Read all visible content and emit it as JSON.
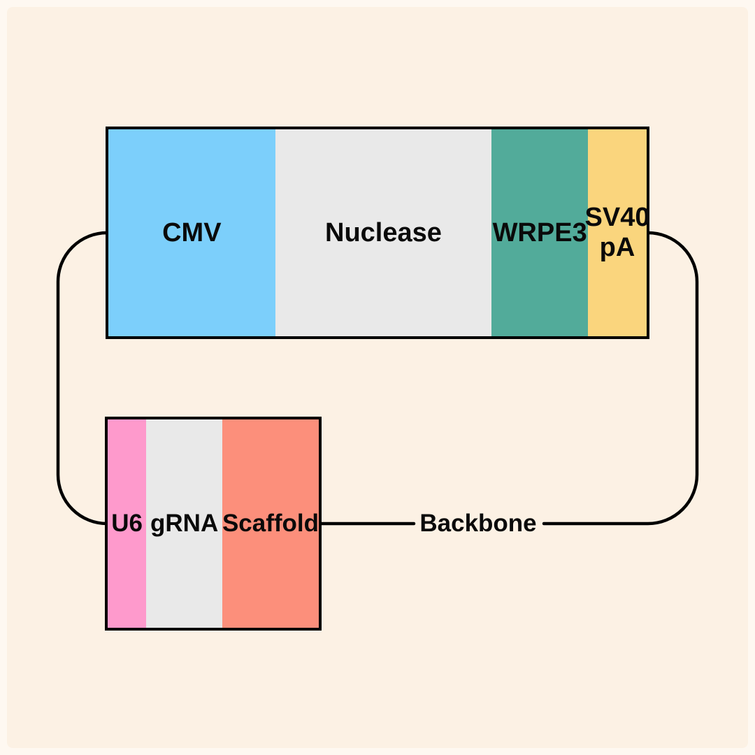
{
  "canvas": {
    "outer_bg": "#FEF8F1",
    "inner_bg": "#FCF1E4",
    "ink": "#000000"
  },
  "diagram": {
    "top_bar": {
      "segments": [
        {
          "label": "CMV",
          "color": "#7CCFFB"
        },
        {
          "label": "Nuclease",
          "color": "#E9E9E9"
        },
        {
          "label": "WRPE3",
          "color": "#52AB9A"
        },
        {
          "label": "SV40 pA",
          "label_lines": [
            "SV40",
            "pA"
          ],
          "color": "#FAD57D"
        }
      ]
    },
    "bottom_bar": {
      "segments": [
        {
          "label": "U6",
          "color": "#FE9ACC"
        },
        {
          "label": "gRNA",
          "color": "#E9E9E9"
        },
        {
          "label": "Scaffold",
          "color": "#FC8F7B"
        }
      ]
    },
    "backbone_label": "Backbone"
  }
}
